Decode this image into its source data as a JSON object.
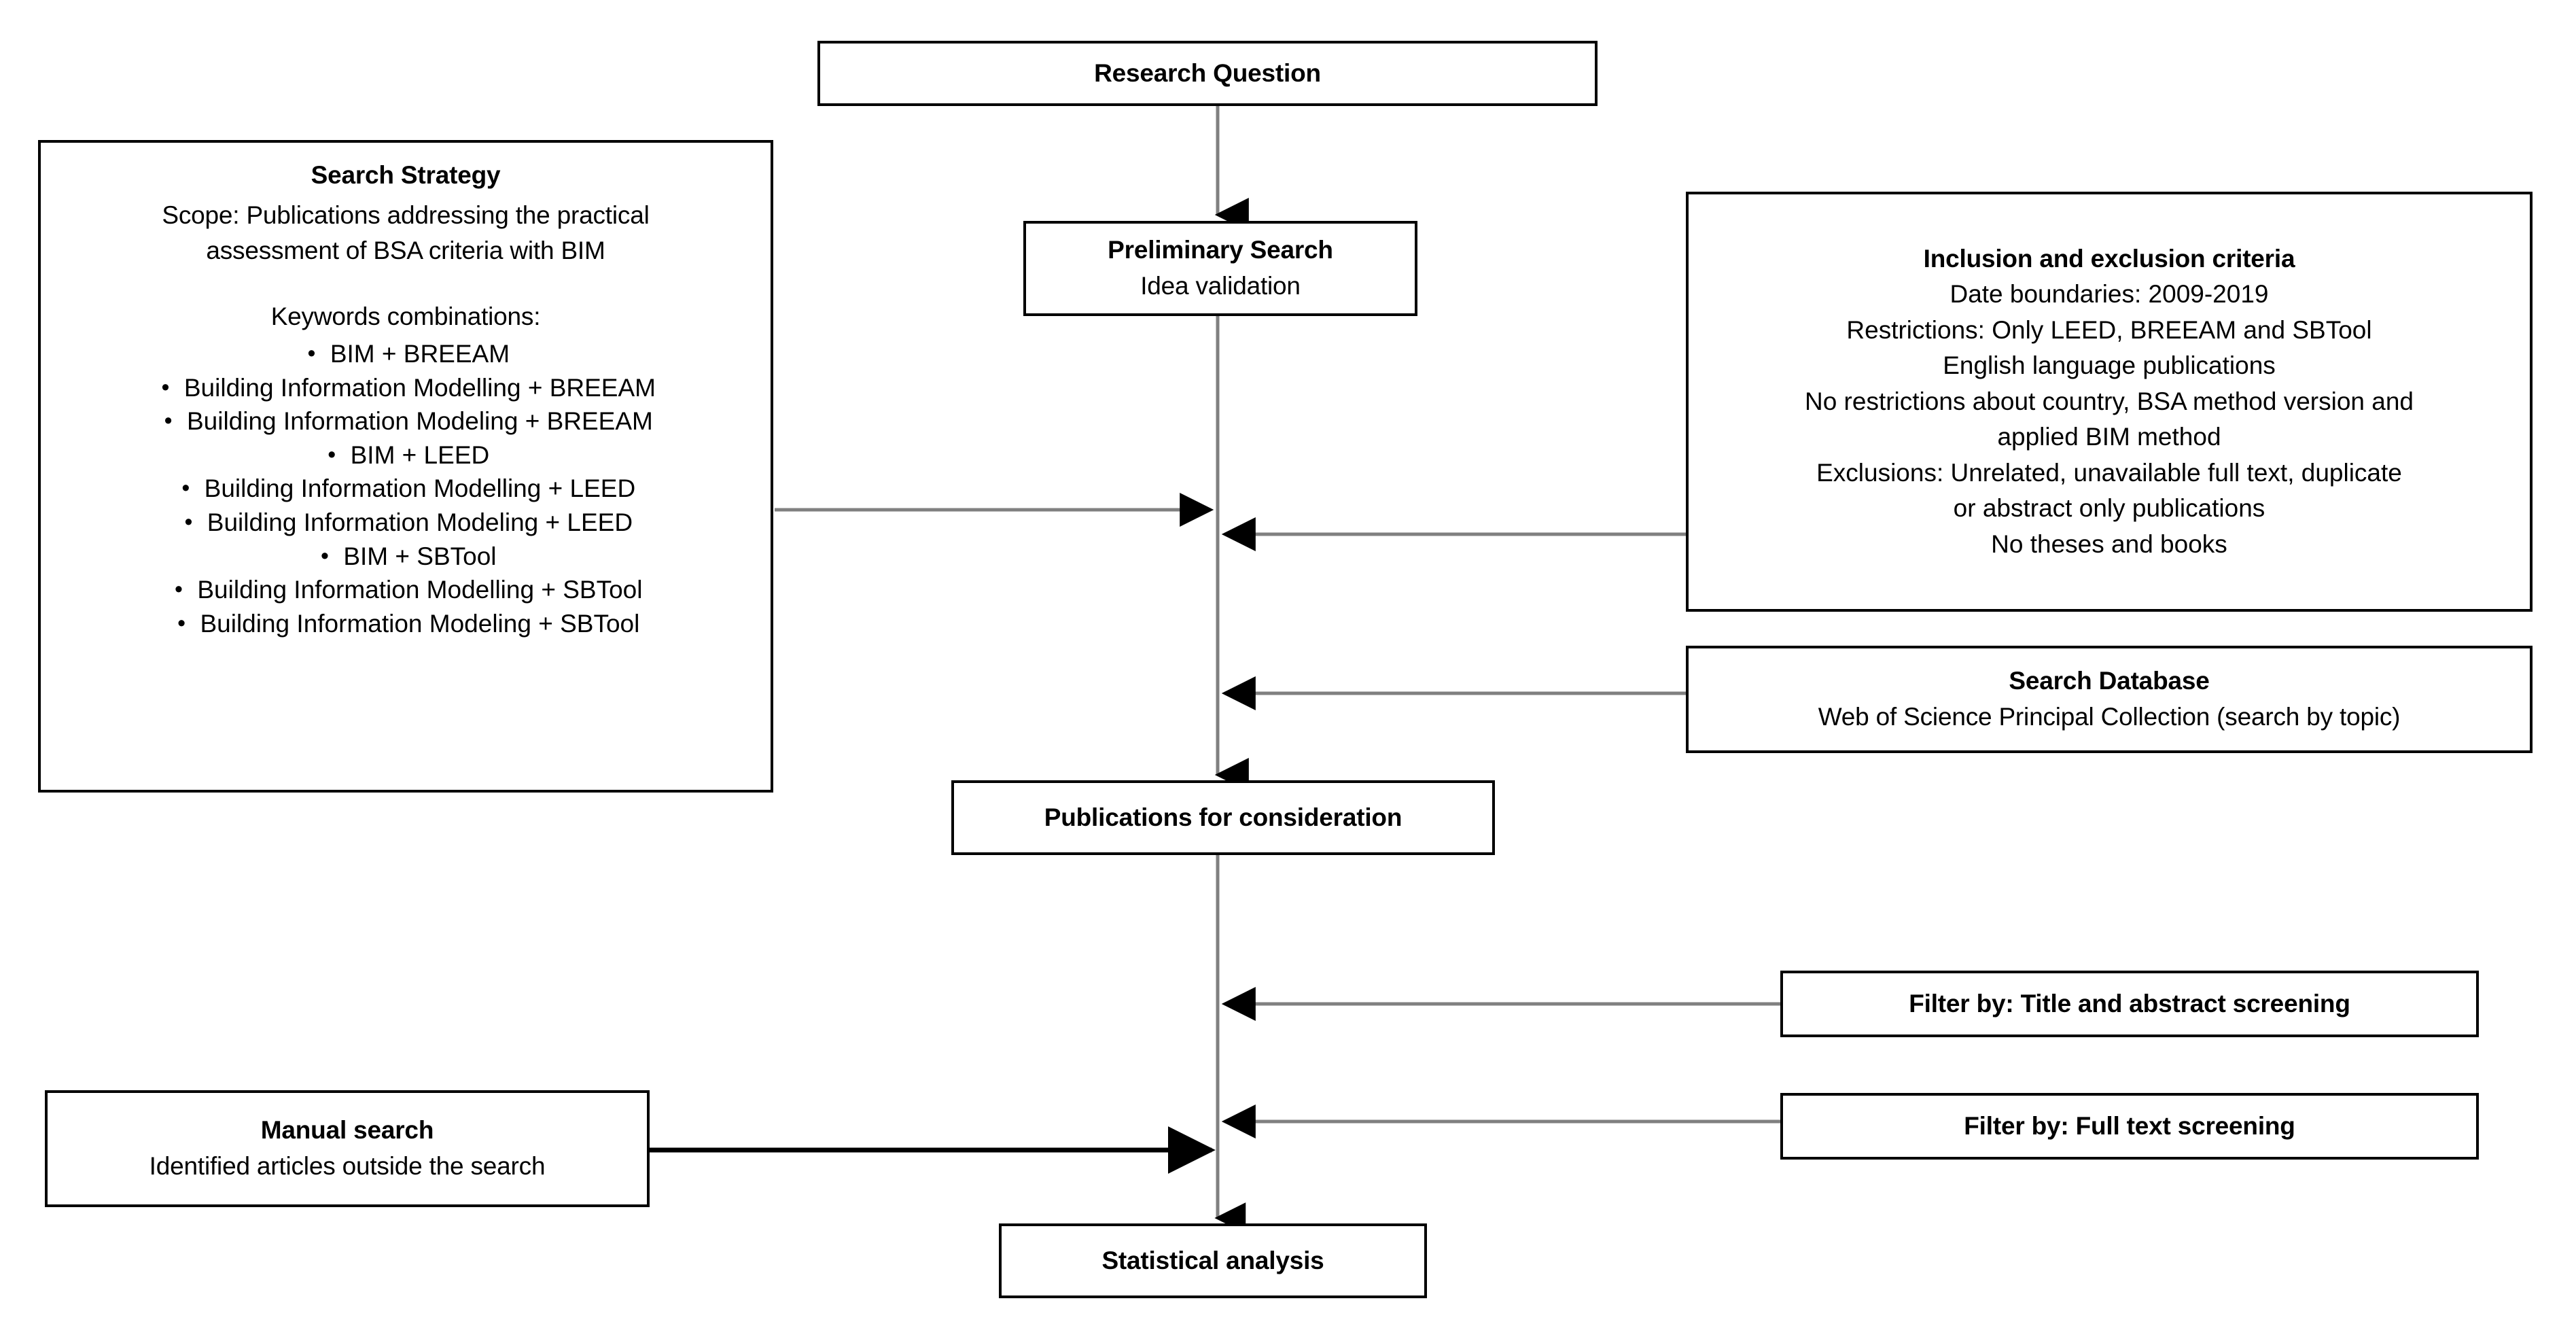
{
  "diagram": {
    "title": "Systematic literature review methodology flowchart",
    "colors": {
      "box_border": "#000000",
      "connector_dark": "#000000",
      "connector_grey": "#808080",
      "background": "#ffffff",
      "text": "#000000"
    }
  },
  "nodes": {
    "research_question": {
      "title": "Research Question"
    },
    "preliminary_search": {
      "title": "Preliminary Search",
      "line1": "Idea validation"
    },
    "search_strategy": {
      "title": "Search Strategy",
      "scope_line1": "Scope: Publications addressing the practical",
      "scope_line2": "assessment of BSA criteria with BIM",
      "keywords_heading": "Keywords combinations:",
      "bullet": "•",
      "keywords": [
        "BIM + BREEAM",
        "Building Information Modelling + BREEAM",
        "Building Information Modeling + BREEAM",
        "BIM + LEED",
        "Building Information Modelling + LEED",
        "Building Information Modeling + LEED",
        "BIM + SBTool",
        "Building Information Modelling + SBTool",
        "Building Information Modeling + SBTool"
      ]
    },
    "criteria": {
      "title": "Inclusion and exclusion criteria",
      "lines": [
        "Date boundaries: 2009-2019",
        "Restrictions: Only LEED, BREEAM and SBTool",
        "English language publications",
        "No restrictions about country, BSA method version and",
        "applied BIM method",
        "Exclusions: Unrelated, unavailable full text, duplicate",
        "or abstract only publications",
        "No theses and books"
      ]
    },
    "search_database": {
      "title": "Search Database",
      "line1": "Web of Science Principal Collection (search by topic)"
    },
    "publications": {
      "title": "Publications for consideration"
    },
    "filter_title_abstract": {
      "title": "Filter by: Title and abstract screening"
    },
    "filter_full_text": {
      "title": "Filter by: Full text screening"
    },
    "manual_search": {
      "title": "Manual search",
      "line1": "Identified articles outside the search"
    },
    "statistical_analysis": {
      "title": "Statistical analysis"
    }
  },
  "connectors": [
    {
      "name": "research-question-to-preliminary-search",
      "direction": "down"
    },
    {
      "name": "preliminary-search-to-spine",
      "direction": "down"
    },
    {
      "name": "search-strategy-to-spine",
      "direction": "right"
    },
    {
      "name": "criteria-to-spine",
      "direction": "left"
    },
    {
      "name": "search-database-to-spine",
      "direction": "left"
    },
    {
      "name": "spine-to-publications",
      "direction": "down"
    },
    {
      "name": "publications-to-statistical-analysis",
      "direction": "down"
    },
    {
      "name": "filter-title-abstract-to-spine",
      "direction": "left"
    },
    {
      "name": "filter-full-text-to-spine",
      "direction": "left"
    },
    {
      "name": "manual-search-to-spine",
      "direction": "right"
    }
  ]
}
